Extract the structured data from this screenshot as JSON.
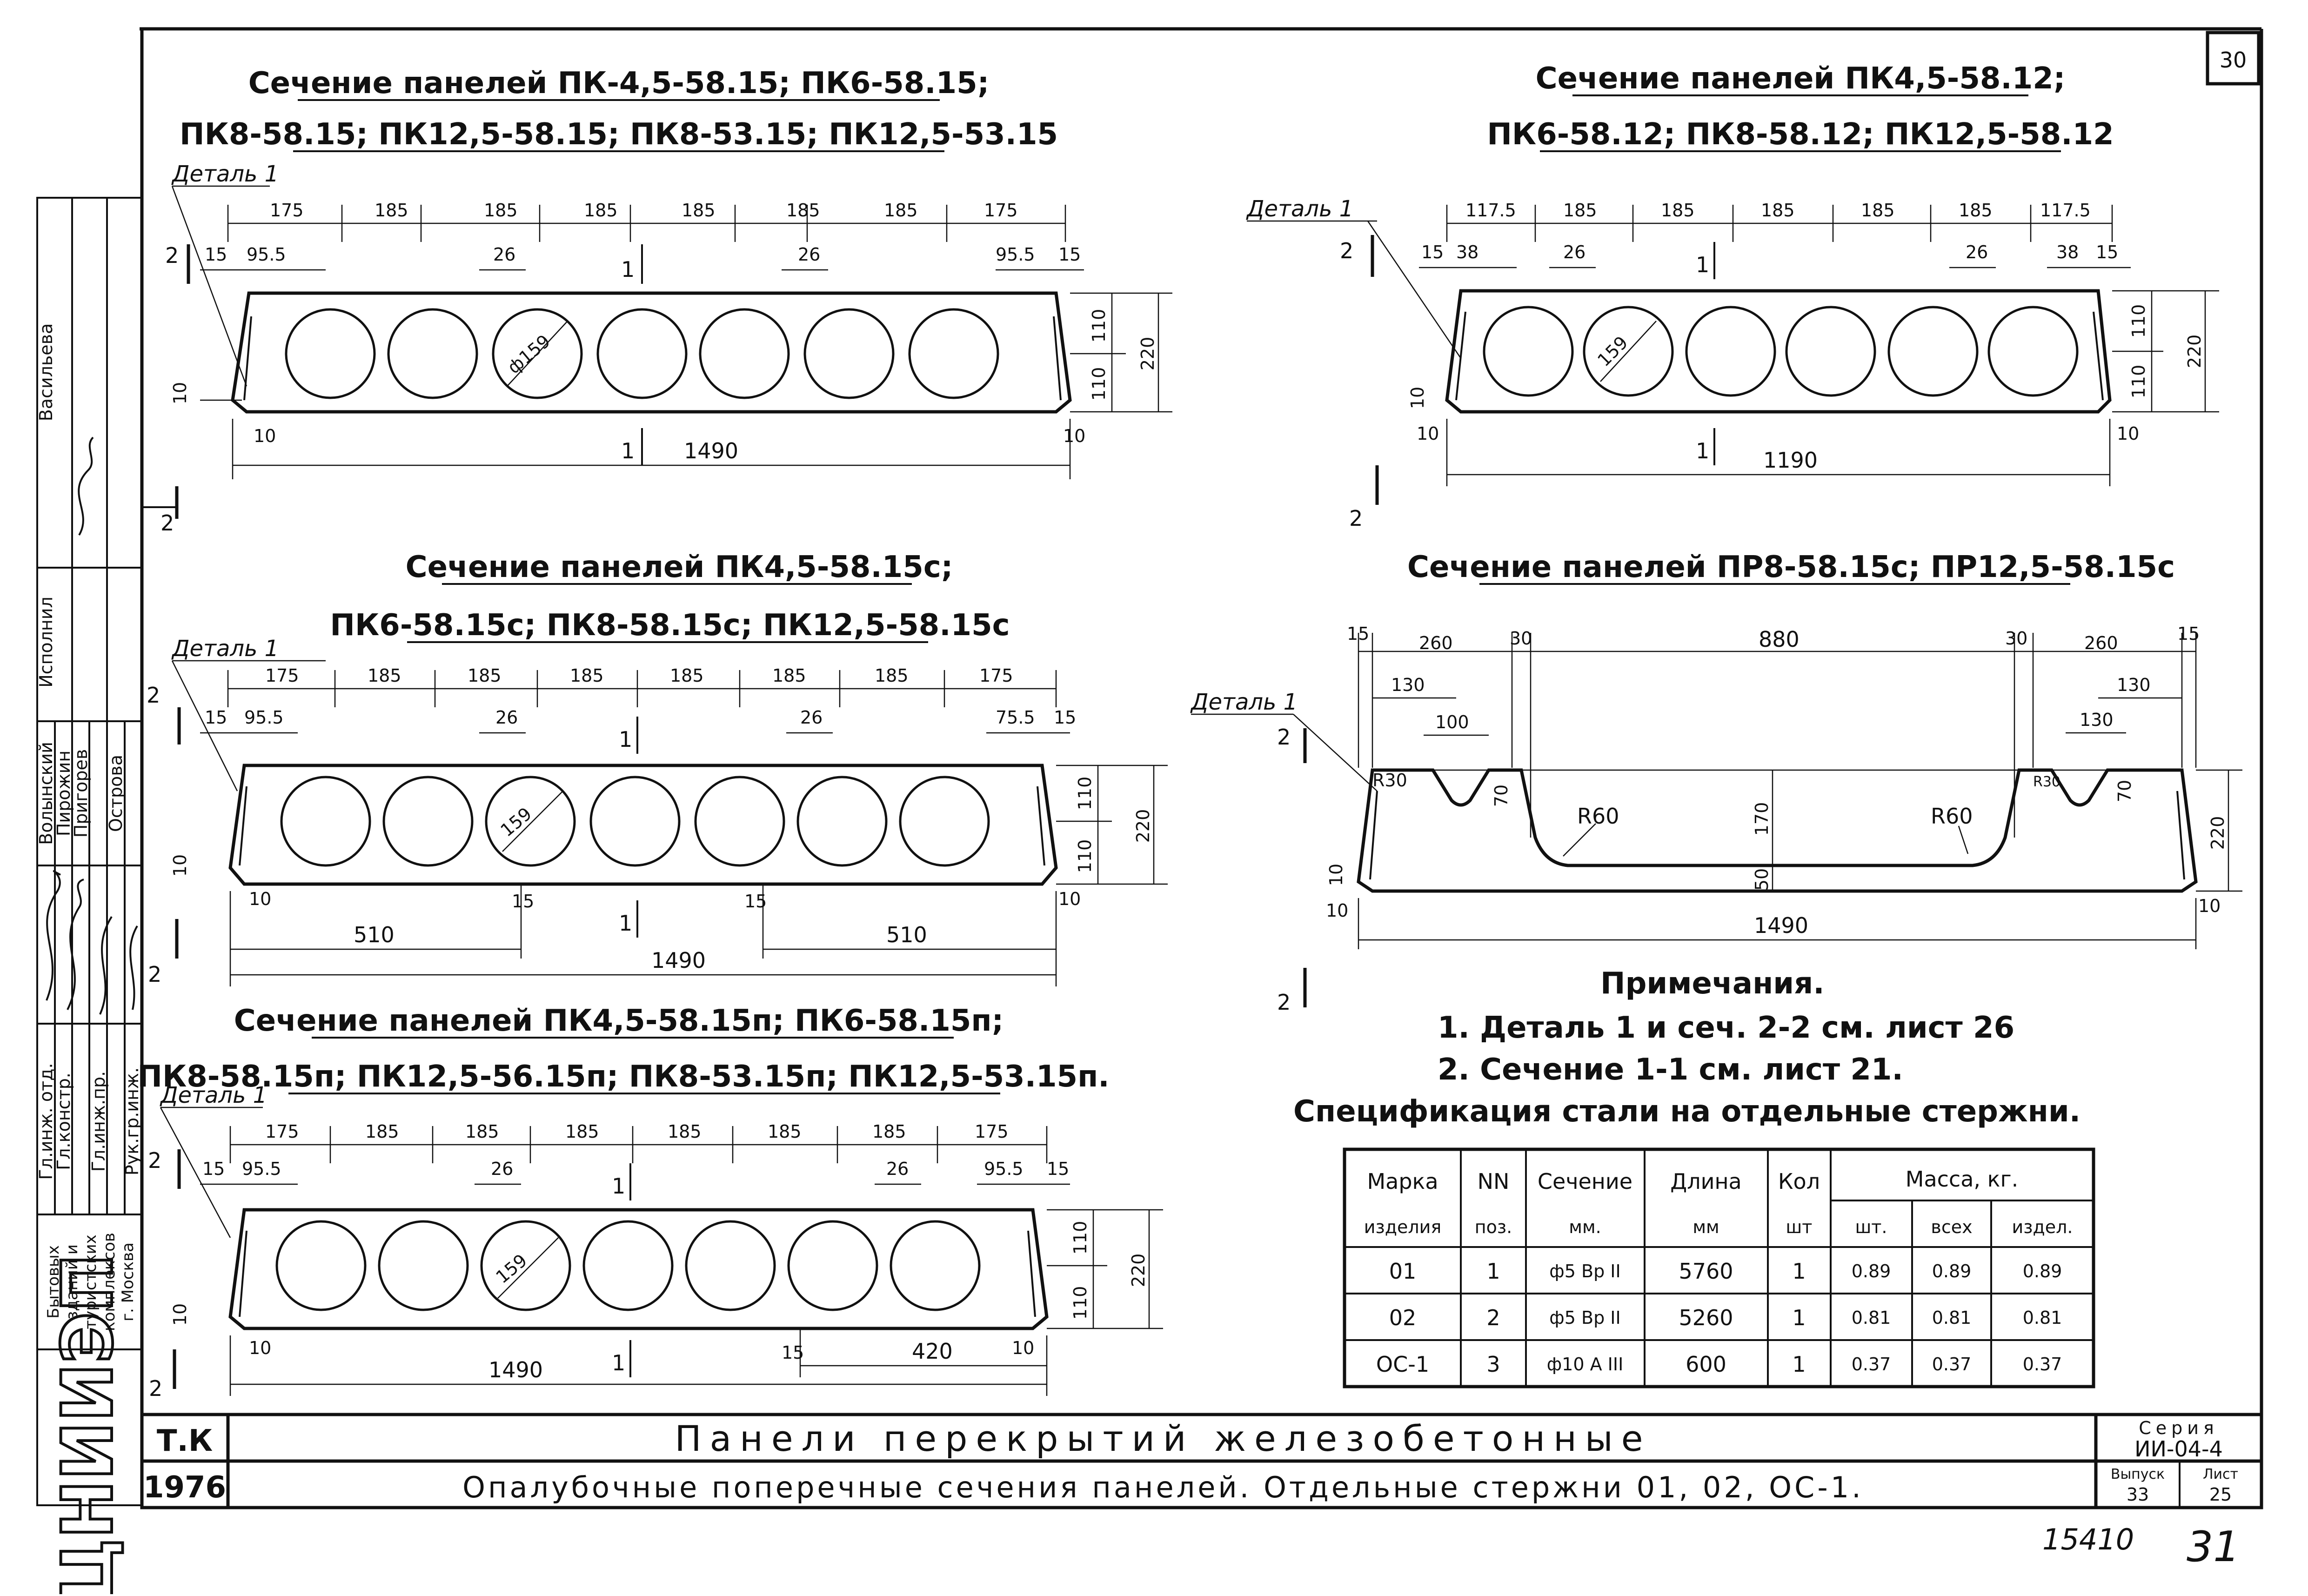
{
  "sheet_number": "30",
  "stamp": {
    "roles": [
      "Гл.инж. отд.",
      "Гл.констр.",
      "Гл.инж.пр.",
      "Рук.гр.инж."
    ],
    "names": [
      "Волынский",
      "Пирожин",
      "Пригорев",
      "Острова"
    ],
    "executed_label": "Исполнил",
    "executed_name": "Васильева",
    "org_line1": "Бытовых",
    "org_line2": "зданий и",
    "org_line3": "туристских",
    "org_line4": "комплексов",
    "org_line5": "г. Москва",
    "org_logo": "ЦНИИЭП"
  },
  "detail_label": "Деталь 1",
  "section_mark": "2",
  "axis_mark": "1",
  "sections": {
    "s1": {
      "title1": "Сечение панелей ПК-4,5-58.15; ПК6-58.15;",
      "title2": "ПК8-58.15; ПК12,5-58.15; ПК8-53.15; ПК12,5-53.15",
      "top_dims": [
        "175",
        "185",
        "185",
        "185",
        "185",
        "185",
        "185",
        "175"
      ],
      "left_edge": "15",
      "left_offset": "95.5",
      "right_offset": "95.5",
      "right_edge": "15",
      "rib": "26",
      "rib2": "26",
      "diameter": "ф159",
      "h1": "110",
      "h2": "110",
      "height": "220",
      "left_chamfer": "10",
      "bottom_left": "10",
      "bottom_right": "10",
      "width": "1490"
    },
    "s2": {
      "title1": "Сечение панелей ПК4,5-58.12;",
      "title2": "ПК6-58.12; ПК8-58.12; ПК12,5-58.12",
      "top_dims": [
        "117.5",
        "185",
        "185",
        "185",
        "185",
        "185",
        "117.5"
      ],
      "left_edge": "15",
      "left_offset": "38",
      "right_offset": "38",
      "right_edge": "15",
      "rib": "26",
      "rib2": "26",
      "diameter": "159",
      "h1": "110",
      "h2": "110",
      "height": "220",
      "left_chamfer": "10",
      "bottom_left": "10",
      "bottom_right": "10",
      "width": "1190"
    },
    "s3": {
      "title1": "Сечение панелей ПК4,5-58.15с;",
      "title2": "ПК6-58.15с; ПК8-58.15с; ПК12,5-58.15с",
      "top_dims": [
        "175",
        "185",
        "185",
        "185",
        "185",
        "185",
        "185",
        "175"
      ],
      "left_edge": "15",
      "left_offset": "95.5",
      "right_offset": "75.5",
      "right_edge": "15",
      "rib": "26",
      "rib2": "26",
      "diameter": "159",
      "h1": "110",
      "h2": "110",
      "height": "220",
      "left_chamfer": "10",
      "bottom_left": "10",
      "bottom_right": "10",
      "mid_left": "15",
      "mid_right": "15",
      "end_left": "510",
      "end_right": "510",
      "width": "1490"
    },
    "s4": {
      "title1": "Сечение панелей ПК4,5-58.15п; ПК6-58.15п;",
      "title2": "ПК8-58.15п; ПК12,5-56.15п; ПК8-53.15п; ПК12,5-53.15п.",
      "top_dims": [
        "175",
        "185",
        "185",
        "185",
        "185",
        "185",
        "185",
        "175"
      ],
      "left_edge": "15",
      "left_offset": "95.5",
      "right_offset": "95.5",
      "right_edge": "15",
      "rib": "26",
      "rib2": "26",
      "diameter": "159",
      "h1": "110",
      "h2": "110",
      "height": "220",
      "left_chamfer": "10",
      "bottom_left": "10",
      "bottom_right": "10",
      "mid_right": "15",
      "end_right": "420",
      "width": "1490"
    },
    "s5": {
      "title": "Сечение панелей ПР8-58.15с; ПР12,5-58.15с",
      "top_dims": [
        "15",
        "260",
        "30",
        "880",
        "30",
        "260",
        "15"
      ],
      "sub_left": "130",
      "sub_right": "130",
      "notch_left": "100",
      "notch_right": "130",
      "r_small_left": "R30",
      "r_small_right": "R30",
      "depth_left": "70",
      "depth_right": "70",
      "r_left": "R60",
      "r_right": "R60",
      "depth": "170",
      "bottom": "50",
      "height": "220",
      "left_chamfer": "10",
      "bottom_left": "10",
      "bottom_right": "10",
      "width": "1490"
    }
  },
  "notes": {
    "title": "Примечания.",
    "items": [
      "1. Деталь 1 и сеч. 2-2 см. лист 26",
      "2. Сечение 1-1 см. лист 21."
    ]
  },
  "spec": {
    "title": "Спецификация стали на отдельные стержни.",
    "headers": {
      "mark1": "Марка",
      "mark2": "изделия",
      "pos1": "NN",
      "pos2": "поз.",
      "sect1": "Сечение",
      "sect2": "мм.",
      "len1": "Длина",
      "len2": "мм",
      "qty1": "Кол",
      "qty2": "шт",
      "mass": "Масса, кг.",
      "m_piece": "шт.",
      "m_all": "всех",
      "m_item": "издел."
    },
    "rows": [
      {
        "mark": "01",
        "pos": "1",
        "section": "ф5 Вр II",
        "length": "5760",
        "qty": "1",
        "m_piece": "0.89",
        "m_all": "0.89",
        "m_item": "0.89"
      },
      {
        "mark": "02",
        "pos": "2",
        "section": "ф5 Вр II",
        "length": "5260",
        "qty": "1",
        "m_piece": "0.81",
        "m_all": "0.81",
        "m_item": "0.81"
      },
      {
        "mark": "ОС-1",
        "pos": "3",
        "section": "ф10 А III",
        "length": "600",
        "qty": "1",
        "m_piece": "0.37",
        "m_all": "0.37",
        "m_item": "0.37"
      }
    ]
  },
  "title_block": {
    "code": "Т.К",
    "year": "1976",
    "title": "Панели перекрытий железобетонные",
    "subtitle": "Опалубочные поперечные сечения панелей. Отдельные стержни 01, 02, ОС-1.",
    "series_label": "Серия",
    "series": "ИИ-04-4",
    "issue_label": "Выпуск",
    "issue": "33",
    "sheet_label": "Лист",
    "sheet": "25"
  },
  "footer_num1": "15410",
  "footer_num2": "31"
}
